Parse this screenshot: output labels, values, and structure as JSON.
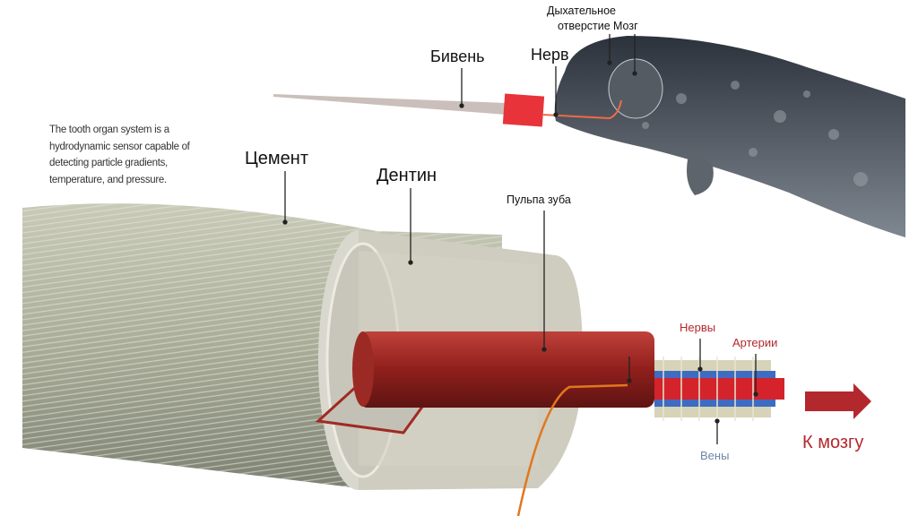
{
  "description": "The tooth organ system is a hydrodynamic sensor capable of detecting particle gradients, temperature, and pressure.",
  "labels": {
    "tusk": "Бивень",
    "nerve": "Нерв",
    "blowhole_1": "Дыхательное",
    "blowhole_2": "отверстие",
    "brain": "Мозг",
    "cementum": "Цемент",
    "dentin": "Дентин",
    "pulp": "Пульпа зуба",
    "nerves": "Нервы",
    "arteries": "Артерии",
    "veins": "Вены",
    "to_brain": "К мозгу"
  },
  "colors": {
    "accent_red": "#b3282d",
    "veins_blue": "#6b87a8",
    "highlight_box": "#e8333a",
    "whale_skin": "#3a4048"
  }
}
